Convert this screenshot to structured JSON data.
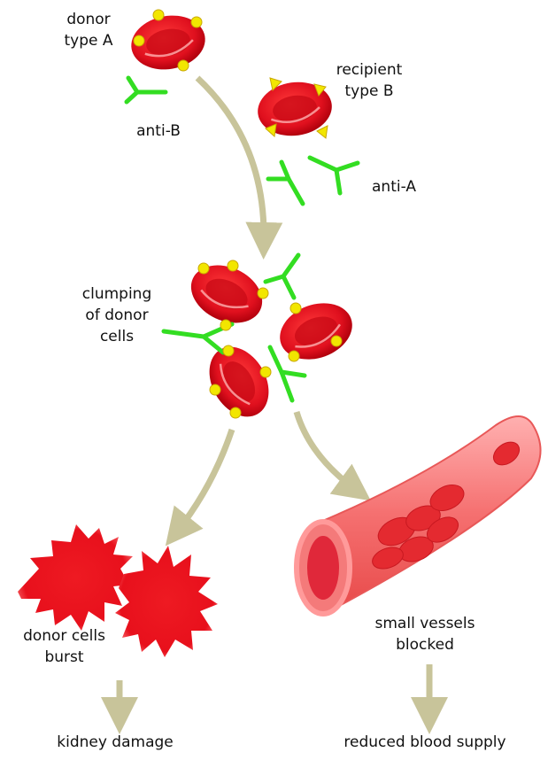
{
  "labels": {
    "donor": [
      "donor",
      "type A"
    ],
    "anti_b": "anti-B",
    "recipient": [
      "recipient",
      "type B"
    ],
    "anti_a": "anti-A",
    "clumping": [
      "clumping",
      "of donor",
      "cells"
    ],
    "burst": [
      "donor cells",
      "burst"
    ],
    "vessels": [
      "small vessels",
      "blocked"
    ],
    "kidney": "kidney damage",
    "blood_supply": "reduced blood supply"
  },
  "colors": {
    "cell_red": "#e0101e",
    "cell_dark": "#b0000c",
    "antigen_a": "#f2e600",
    "antibody": "#33dd22",
    "arrow": "#c8c49a",
    "vessel": "#f46a6a"
  }
}
